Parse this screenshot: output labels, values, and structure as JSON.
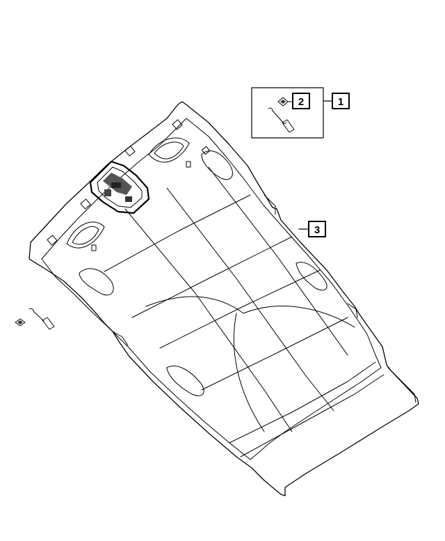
{
  "callouts": {
    "one": "1",
    "two": "2",
    "three": "3"
  },
  "colors": {
    "line": "#000000",
    "background": "#ffffff"
  },
  "icons": [
    "headliner-panel-icon",
    "dome-lamp-clip-icon",
    "wire-harness-connector-icon"
  ]
}
